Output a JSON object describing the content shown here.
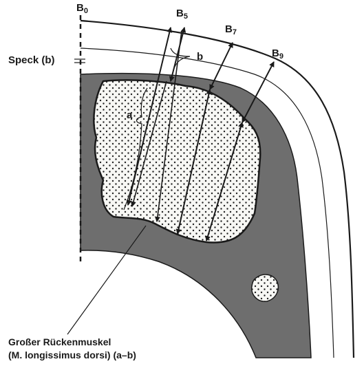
{
  "labels": {
    "b0": {
      "main": "B",
      "sub": "0"
    },
    "b5": {
      "main": "B",
      "sub": "5"
    },
    "b7": {
      "main": "B",
      "sub": "7"
    },
    "b9": {
      "main": "B",
      "sub": "9"
    },
    "speck": "Speck (b)",
    "b": "b",
    "a": "a"
  },
  "caption": {
    "line1": "Großer Rückenmuskel",
    "line2": "(M. longissimus dorsi) (a–b)"
  },
  "colors": {
    "tissue": "#6e6e6e",
    "muscle": "#f7f7f4",
    "stipple": "#222222",
    "line": "#1a1a1a"
  }
}
